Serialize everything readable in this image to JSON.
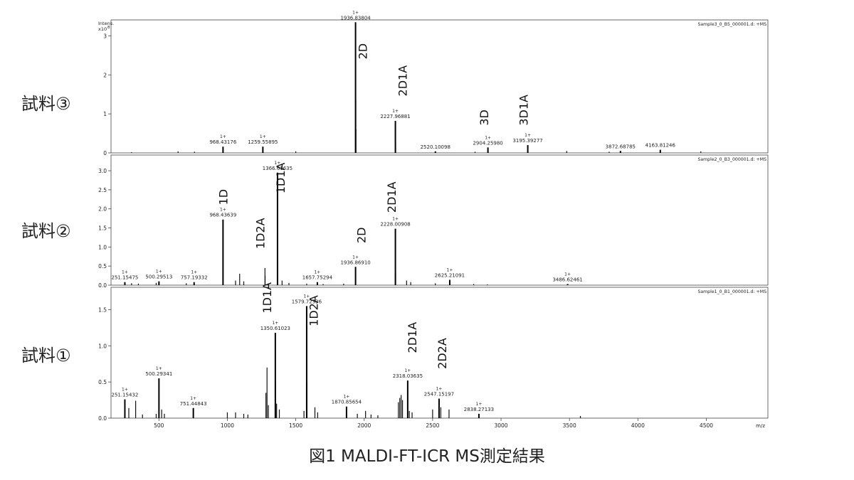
{
  "caption": "図1  MALDI-FT-ICR MS測定結果",
  "chart_data": {
    "type": "line",
    "xlabel": "m/z",
    "xlim": [
      150,
      4950
    ],
    "x_ticks": [
      "500",
      "1000",
      "1500",
      "2000",
      "2500",
      "3000",
      "3500",
      "4000",
      "4500"
    ],
    "x_tick_values": [
      500,
      1000,
      1500,
      2000,
      2500,
      3000,
      3500,
      4000,
      4500
    ],
    "panels": [
      {
        "sample_label": "試料③",
        "file_label": "Sample3_0_B5_000001.d: +MS",
        "ylabel": "Intens.",
        "y_multiplier": "x10",
        "y_exponent": "8",
        "ylim": [
          0,
          3.3
        ],
        "y_ticks": [
          "0",
          "1",
          "2",
          "3"
        ],
        "y_tick_values": [
          0,
          1,
          2,
          3
        ],
        "peaks": [
          {
            "x": 968.43176,
            "y": 0.16,
            "charge": "1+",
            "mz": "968.43176"
          },
          {
            "x": 1259.55895,
            "y": 0.16,
            "charge": "1+",
            "mz": "1259.55895"
          },
          {
            "x": 1936.83804,
            "y": 3.35,
            "charge": "1+",
            "mz": "1936.83804"
          },
          {
            "x": 2227.96881,
            "y": 0.82,
            "charge": "1+",
            "mz": "2227.96881"
          },
          {
            "x": 2520.10098,
            "y": 0.04,
            "charge": "",
            "mz": "2520.10098"
          },
          {
            "x": 2904.2598,
            "y": 0.14,
            "charge": "1+",
            "mz": "2904.25980"
          },
          {
            "x": 3195.39277,
            "y": 0.2,
            "charge": "1+",
            "mz": "3195.39277"
          },
          {
            "x": 3872.68785,
            "y": 0.05,
            "charge": "",
            "mz": "3872.68785"
          },
          {
            "x": 4163.81246,
            "y": 0.08,
            "charge": "",
            "mz": "4163.81246"
          }
        ],
        "minor_peaks": [
          {
            "x": 1937.8,
            "y": 2.6
          },
          {
            "x": 1938.8,
            "y": 1.35
          },
          {
            "x": 1939.8,
            "y": 0.6
          },
          {
            "x": 2228.95,
            "y": 0.5
          },
          {
            "x": 2229.95,
            "y": 0.25
          },
          {
            "x": 300,
            "y": 0.02
          },
          {
            "x": 640,
            "y": 0.04
          },
          {
            "x": 760,
            "y": 0.03
          },
          {
            "x": 1500,
            "y": 0.04
          },
          {
            "x": 2810,
            "y": 0.03
          },
          {
            "x": 3480,
            "y": 0.05
          },
          {
            "x": 3790,
            "y": 0.03
          },
          {
            "x": 4460,
            "y": 0.04
          }
        ],
        "annotations": [
          {
            "text": "2D",
            "x": 2020,
            "y": 2.4
          },
          {
            "text": "2D1A",
            "x": 2310,
            "y": 1.45
          },
          {
            "text": "3D",
            "x": 2905,
            "y": 0.7
          },
          {
            "text": "3D1A",
            "x": 3195,
            "y": 0.7
          }
        ]
      },
      {
        "sample_label": "試料②",
        "file_label": "Sample2_0_B3_000001.d: +MS",
        "ylabel": "",
        "y_multiplier": "",
        "y_exponent": "",
        "ylim": [
          0,
          3.3
        ],
        "y_ticks": [
          "0.0",
          "0.5",
          "1.0",
          "1.5",
          "2.0",
          "2.5",
          "3.0"
        ],
        "y_tick_values": [
          0,
          0.5,
          1,
          1.5,
          2,
          2.5,
          3
        ],
        "peaks": [
          {
            "x": 251.15475,
            "y": 0.08,
            "charge": "1+",
            "mz": "251.15475"
          },
          {
            "x": 500.29513,
            "y": 0.1,
            "charge": "1+",
            "mz": "500.29513"
          },
          {
            "x": 757.19332,
            "y": 0.08,
            "charge": "1+",
            "mz": "757.19332"
          },
          {
            "x": 968.43639,
            "y": 1.72,
            "charge": "1+",
            "mz": "968.43639"
          },
          {
            "x": 1366.61635,
            "y": 2.95,
            "charge": "1+",
            "mz": "1366.61635"
          },
          {
            "x": 1657.75294,
            "y": 0.08,
            "charge": "1+",
            "mz": "1657.75294"
          },
          {
            "x": 1936.8691,
            "y": 0.48,
            "charge": "1+",
            "mz": "1936.86910"
          },
          {
            "x": 2228.00908,
            "y": 1.48,
            "charge": "1+",
            "mz": "2228.00908"
          },
          {
            "x": 2625.21091,
            "y": 0.14,
            "charge": "1+",
            "mz": "2625.21091"
          },
          {
            "x": 3486.62461,
            "y": 0.03,
            "charge": "1+",
            "mz": "3486.62461"
          }
        ],
        "minor_peaks": [
          {
            "x": 1275,
            "y": 0.45
          },
          {
            "x": 1276,
            "y": 0.25
          },
          {
            "x": 1367.6,
            "y": 1.4
          },
          {
            "x": 1368.6,
            "y": 0.6
          },
          {
            "x": 1090,
            "y": 0.3
          },
          {
            "x": 1060,
            "y": 0.12
          },
          {
            "x": 1120,
            "y": 0.1
          },
          {
            "x": 1400,
            "y": 0.12
          },
          {
            "x": 1450,
            "y": 0.06
          },
          {
            "x": 2229,
            "y": 0.8
          },
          {
            "x": 2230,
            "y": 0.35
          },
          {
            "x": 2310,
            "y": 0.12
          },
          {
            "x": 2340,
            "y": 0.08
          },
          {
            "x": 2520,
            "y": 0.05
          },
          {
            "x": 300,
            "y": 0.05
          },
          {
            "x": 350,
            "y": 0.04
          },
          {
            "x": 480,
            "y": 0.06
          },
          {
            "x": 700,
            "y": 0.05
          },
          {
            "x": 1580,
            "y": 0.04
          },
          {
            "x": 1700,
            "y": 0.03
          },
          {
            "x": 1850,
            "y": 0.04
          },
          {
            "x": 2800,
            "y": 0.03
          },
          {
            "x": 2900,
            "y": 0.02
          }
        ],
        "annotations": [
          {
            "text": "1D",
            "x": 1000,
            "y": 2.1
          },
          {
            "text": "1D2A",
            "x": 1270,
            "y": 0.95
          },
          {
            "text": "1D1A",
            "x": 1420,
            "y": 2.4
          },
          {
            "text": "2D",
            "x": 2010,
            "y": 1.1
          },
          {
            "text": "2D1A",
            "x": 2230,
            "y": 1.9
          }
        ]
      },
      {
        "sample_label": "試料①",
        "file_label": "Sample1_0_B1_000001.d: +MS",
        "ylabel": "",
        "y_multiplier": "",
        "y_exponent": "",
        "ylim": [
          0,
          1.75
        ],
        "y_ticks": [
          "0.0",
          "0.5",
          "1.0",
          "1.5"
        ],
        "y_tick_values": [
          0,
          0.5,
          1,
          1.5
        ],
        "peaks": [
          {
            "x": 251.15432,
            "y": 0.26,
            "charge": "1+",
            "mz": "251.15432"
          },
          {
            "x": 500.29341,
            "y": 0.55,
            "charge": "1+",
            "mz": "500.29341"
          },
          {
            "x": 751.44843,
            "y": 0.14,
            "charge": "1+",
            "mz": "751.44843"
          },
          {
            "x": 1350.61023,
            "y": 1.18,
            "charge": "1+",
            "mz": "1350.61023"
          },
          {
            "x": 1579.72336,
            "y": 1.55,
            "charge": "1+",
            "mz": "1579.72336"
          },
          {
            "x": 1870.85654,
            "y": 0.16,
            "charge": "1+",
            "mz": "1870.85654"
          },
          {
            "x": 2318.03635,
            "y": 0.52,
            "charge": "1+",
            "mz": "2318.03635"
          },
          {
            "x": 2547.15197,
            "y": 0.27,
            "charge": "1+",
            "mz": "2547.15197"
          },
          {
            "x": 2838.27133,
            "y": 0.06,
            "charge": "1+",
            "mz": "2838.27133"
          }
        ],
        "minor_peaks": [
          {
            "x": 1290,
            "y": 0.7
          },
          {
            "x": 1282,
            "y": 0.35
          },
          {
            "x": 1300,
            "y": 0.18
          },
          {
            "x": 1351.6,
            "y": 0.5
          },
          {
            "x": 1360,
            "y": 0.2
          },
          {
            "x": 1380,
            "y": 0.12
          },
          {
            "x": 1580.7,
            "y": 1.28
          },
          {
            "x": 1581.7,
            "y": 0.5
          },
          {
            "x": 1560,
            "y": 0.1
          },
          {
            "x": 1640,
            "y": 0.15
          },
          {
            "x": 1660,
            "y": 0.08
          },
          {
            "x": 2270,
            "y": 0.32
          },
          {
            "x": 2260,
            "y": 0.28
          },
          {
            "x": 2250,
            "y": 0.22
          },
          {
            "x": 2280,
            "y": 0.25
          },
          {
            "x": 2330,
            "y": 0.1
          },
          {
            "x": 2350,
            "y": 0.08
          },
          {
            "x": 2500,
            "y": 0.12
          },
          {
            "x": 2560,
            "y": 0.15
          },
          {
            "x": 2620,
            "y": 0.12
          },
          {
            "x": 280,
            "y": 0.14
          },
          {
            "x": 330,
            "y": 0.24
          },
          {
            "x": 380,
            "y": 0.05
          },
          {
            "x": 480,
            "y": 0.06
          },
          {
            "x": 520,
            "y": 0.12
          },
          {
            "x": 540,
            "y": 0.06
          },
          {
            "x": 1000,
            "y": 0.08
          },
          {
            "x": 1060,
            "y": 0.08
          },
          {
            "x": 1120,
            "y": 0.06
          },
          {
            "x": 1150,
            "y": 0.05
          },
          {
            "x": 1950,
            "y": 0.06
          },
          {
            "x": 2010,
            "y": 0.1
          },
          {
            "x": 2050,
            "y": 0.05
          },
          {
            "x": 2100,
            "y": 0.04
          },
          {
            "x": 3580,
            "y": 0.03
          }
        ],
        "annotations": [
          {
            "text": "1D1A",
            "x": 1320,
            "y": 1.45
          },
          {
            "text": "1D2A",
            "x": 1660,
            "y": 1.27
          },
          {
            "text": "2D1A",
            "x": 2380,
            "y": 0.9
          },
          {
            "text": "2D2A",
            "x": 2600,
            "y": 0.68
          }
        ]
      }
    ]
  }
}
